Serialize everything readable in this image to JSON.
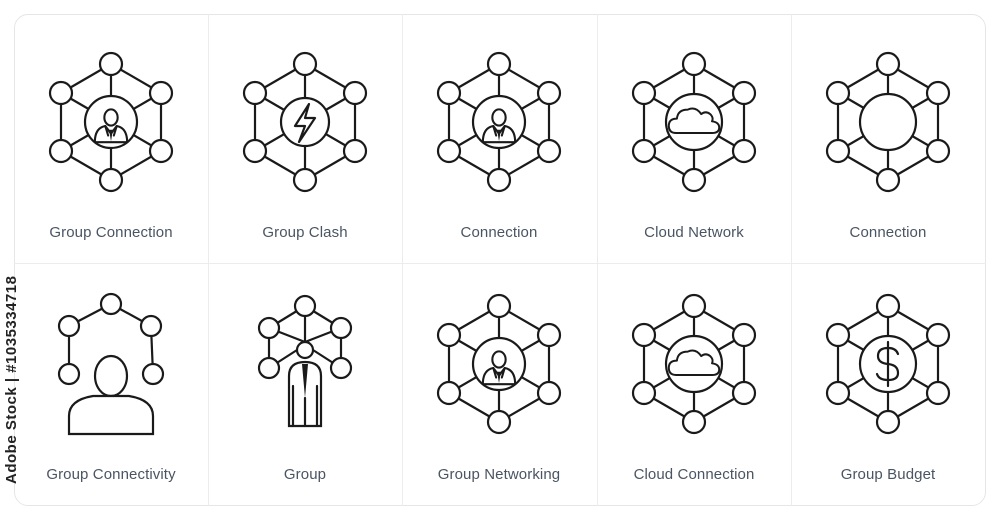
{
  "side_text": "Adobe Stock | #1035334718",
  "icons": [
    {
      "label": "Group Connection",
      "icon": "group-connection-icon",
      "variant": "hex-person"
    },
    {
      "label": "Group Clash",
      "icon": "group-clash-icon",
      "variant": "hex-bolt"
    },
    {
      "label": "Connection",
      "icon": "connection-person-icon",
      "variant": "hex-person"
    },
    {
      "label": "Cloud Network",
      "icon": "cloud-network-icon",
      "variant": "hex-cloud"
    },
    {
      "label": "Connection",
      "icon": "connection-icon",
      "variant": "hex-empty"
    },
    {
      "label": "Group Connectivity",
      "icon": "group-connectivity-icon",
      "variant": "person-top-hex"
    },
    {
      "label": "Group",
      "icon": "group-icon",
      "variant": "businessman-network"
    },
    {
      "label": "Group Networking",
      "icon": "group-networking-icon",
      "variant": "hex-person"
    },
    {
      "label": "Cloud Connection",
      "icon": "cloud-connection-icon",
      "variant": "hex-cloud"
    },
    {
      "label": "Group Budget",
      "icon": "group-budget-icon",
      "variant": "hex-dollar"
    }
  ]
}
